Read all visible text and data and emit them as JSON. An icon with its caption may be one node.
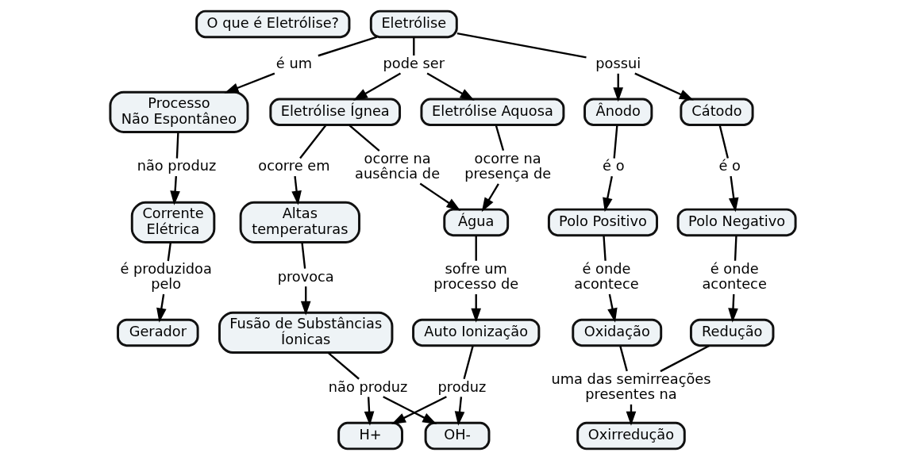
{
  "diagram": {
    "nodes": [
      {
        "text": [
          "O que é Eletrólise?"
        ]
      },
      {
        "text": [
          "Eletrólise"
        ]
      },
      {
        "text": [
          "é um"
        ]
      },
      {
        "text": [
          "pode ser"
        ]
      },
      {
        "text": [
          "possui"
        ]
      },
      {
        "text": [
          "Processo Não Espontâneo"
        ]
      },
      {
        "text": [
          "Eletrólise Ígnea"
        ]
      },
      {
        "text": [
          "Eletrólise Aquosa"
        ]
      },
      {
        "text": [
          "Ânodo"
        ]
      },
      {
        "text": [
          "Cátodo"
        ]
      },
      {
        "text": [
          "não produz"
        ]
      },
      {
        "text": [
          "ocorre em"
        ]
      },
      {
        "text": [
          "ocorre na ausência de"
        ]
      },
      {
        "text": [
          "ocorre na presença de"
        ]
      },
      {
        "text": [
          "é o"
        ]
      },
      {
        "text": [
          "é o"
        ]
      },
      {
        "text": [
          "Corrente Elétrica"
        ]
      },
      {
        "text": [
          "Altas temperaturas"
        ]
      },
      {
        "text": [
          "Água"
        ]
      },
      {
        "text": [
          "Polo Positivo"
        ]
      },
      {
        "text": [
          "Polo Negativo"
        ]
      },
      {
        "text": [
          "é produzidoa pelo"
        ]
      },
      {
        "text": [
          "provoca"
        ]
      },
      {
        "text": [
          "sofre um processo de"
        ]
      },
      {
        "text": [
          "é onde acontece"
        ]
      },
      {
        "text": [
          "é onde acontece"
        ]
      },
      {
        "text": [
          "Gerador"
        ]
      },
      {
        "text": [
          "Fusão de Substâncias Íonicas"
        ]
      },
      {
        "text": [
          "Auto Ionização"
        ]
      },
      {
        "text": [
          "Oxidação"
        ]
      },
      {
        "text": [
          "Redução"
        ]
      },
      {
        "text": [
          "produz"
        ]
      },
      {
        "text": [
          "uma das semirreações presentes na"
        ]
      },
      {
        "text": [
          "H+"
        ]
      },
      {
        "text": [
          "OH-"
        ]
      },
      {
        "text": [
          "Oxirredução"
        ]
      },
      {
        "text": [
          "não produz"
        ]
      }
    ],
    "edges": [
      {
        "from": 1,
        "to": 2,
        "arrow": "none"
      },
      {
        "from": 2,
        "to": 5,
        "arrow": "to"
      },
      {
        "from": 1,
        "to": 3,
        "arrow": "none"
      },
      {
        "from": 3,
        "to": 6,
        "arrow": "to"
      },
      {
        "from": 3,
        "to": 7,
        "arrow": "to"
      },
      {
        "from": 1,
        "to": 4,
        "arrow": "none"
      },
      {
        "from": 4,
        "to": 8,
        "arrow": "to"
      },
      {
        "from": 4,
        "to": 9,
        "arrow": "to"
      },
      {
        "from": 5,
        "to": 10,
        "arrow": "none"
      },
      {
        "from": 10,
        "to": 16,
        "arrow": "to"
      },
      {
        "from": 16,
        "to": 21,
        "arrow": "none"
      },
      {
        "from": 21,
        "to": 26,
        "arrow": "to"
      },
      {
        "from": 6,
        "to": 11,
        "arrow": "none"
      },
      {
        "from": 11,
        "to": 17,
        "arrow": "to"
      },
      {
        "from": 6,
        "to": 12,
        "arrow": "none"
      },
      {
        "from": 12,
        "to": 18,
        "arrow": "to"
      },
      {
        "from": 7,
        "to": 13,
        "arrow": "none"
      },
      {
        "from": 13,
        "to": 18,
        "arrow": "to"
      },
      {
        "from": 17,
        "to": 22,
        "arrow": "none"
      },
      {
        "from": 22,
        "to": 27,
        "arrow": "to"
      },
      {
        "from": 18,
        "to": 23,
        "arrow": "none"
      },
      {
        "from": 23,
        "to": 28,
        "arrow": "to"
      },
      {
        "from": 28,
        "to": 31,
        "arrow": "none"
      },
      {
        "from": 31,
        "to": 33,
        "arrow": "to"
      },
      {
        "from": 31,
        "to": 34,
        "arrow": "to"
      },
      {
        "from": 27,
        "to": 36,
        "arrow": "none"
      },
      {
        "from": 36,
        "to": 33,
        "arrow": "to"
      },
      {
        "from": 36,
        "to": 34,
        "arrow": "to"
      },
      {
        "from": 8,
        "to": 14,
        "arrow": "none"
      },
      {
        "from": 14,
        "to": 19,
        "arrow": "to"
      },
      {
        "from": 9,
        "to": 15,
        "arrow": "none"
      },
      {
        "from": 15,
        "to": 20,
        "arrow": "to"
      },
      {
        "from": 19,
        "to": 24,
        "arrow": "none"
      },
      {
        "from": 24,
        "to": 29,
        "arrow": "to"
      },
      {
        "from": 20,
        "to": 25,
        "arrow": "none"
      },
      {
        "from": 25,
        "to": 30,
        "arrow": "to"
      },
      {
        "from": 29,
        "to": 32,
        "arrow": "none"
      },
      {
        "from": 30,
        "to": 32,
        "arrow": "none"
      },
      {
        "from": 32,
        "to": 35,
        "arrow": "to"
      }
    ]
  }
}
